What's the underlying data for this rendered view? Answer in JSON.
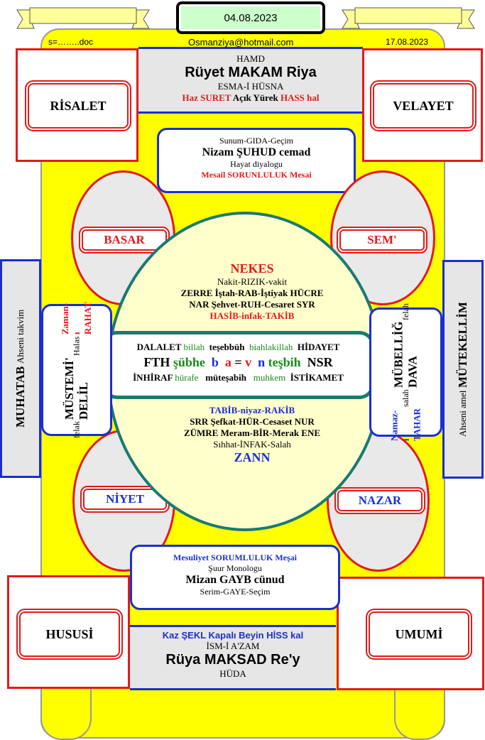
{
  "header": {
    "date_box": "04.08.2023",
    "left_note": "s=……..doc",
    "center_note": "Osmanziya@hotmail.com",
    "right_note": "17.08.2023"
  },
  "top_panel": {
    "line1": "HAMD",
    "line2": "Rüyet MAKAM Riya",
    "line3": "ESMA-İ HÜSNA",
    "line4_a": "Haz SURET",
    "line4_b": "Açık Yürek",
    "line4_c": "HASS hal"
  },
  "bottom_panel": {
    "line1_a": "Kaz ŞEKL Kapalı",
    "line1_b": "Beyin",
    "line1_c": "HİSS kal",
    "line2": "İSM-İ A'ZAM",
    "line3": "Rüya MAKSAD Re'y",
    "line4": "HÜDA"
  },
  "corners": {
    "top_left": "RİSALET",
    "top_right": "VELAYET",
    "bottom_left": "HUSUSİ",
    "bottom_right": "UMUMİ"
  },
  "upper_inner": {
    "line1": "Sunum-GIDA-Geçim",
    "line2": "Nizam ŞUHUD cemad",
    "line3": "Hayat diyalogu",
    "line4": "Mesail SORUNLULUK Mesai"
  },
  "lower_inner": {
    "line1": "Mesuliyet SORUMLULUK Meşai",
    "line2": "Şuur Monologu",
    "line3": "Mizan  GAYB cünud",
    "line4": "Serim-GAYE-Seçim"
  },
  "ovals": {
    "top_left": "BASAR",
    "top_right": "SEM'",
    "bottom_left": "NİYET",
    "bottom_right": "NAZAR"
  },
  "circle_upper": {
    "title": "NEKES",
    "line1": "Nakit-RIZIK-vakit",
    "line2": "ZERRE İştah-RAB-İştiyak HÜCRE",
    "line3": "NAR Şehvet-RUH-Cesaret SYR",
    "line4": "HASİB-infak-TAKİB"
  },
  "circle_lower": {
    "line1": "TABİB-niyaz-RAKİB",
    "line2": "SRR Şefkat-HÜR-Cesaset NUR",
    "line3": "ZÜMRE  Meram-BİR-Merak ENE",
    "line4": "Sıhhat-İNFAK-Salah",
    "title": "ZANN"
  },
  "center_band": {
    "r1_a": "DALALET",
    "r1_b": "billah",
    "r1_c": "teşebbüh",
    "r1_d": "biahlakillah",
    "r1_e": "HİDAYET",
    "r2_a": "FTH",
    "r2_b": "şübhe",
    "r2_c": "b",
    "r2_d": "a",
    "r2_e": "=",
    "r2_f": "v",
    "r2_g": "n",
    "r2_h": "teşbih",
    "r2_i": "NSR",
    "r3_a": "İNHİRAF",
    "r3_b": "hürafe",
    "r3_c": "müteşabih",
    "r3_d": "muhkem",
    "r3_e": "İSTİKAMET"
  },
  "left_side": {
    "outer_main": "MUHATAB",
    "outer_sub": "Ahseni takvim",
    "inner_1": "felak",
    "inner_2": "MÜSTEMİ' DELİL",
    "inner_3": "Halas",
    "inner_4": "Zaman-ı RAHAT"
  },
  "right_side": {
    "outer_main": "MÜTEKELLİM",
    "outer_sub": "Ahseni amel",
    "inner_1": "Namaz-ı TAHAR",
    "inner_2": "salah",
    "inner_3": "MÜBELLİĞ DAVA",
    "inner_4": "felah"
  },
  "colors": {
    "yellow": "#ffff00",
    "red": "#e31a1a",
    "blue": "#1a2fd0",
    "teal": "#1a7a70",
    "cream": "#ffffcc",
    "green": "#1a8a1a"
  }
}
